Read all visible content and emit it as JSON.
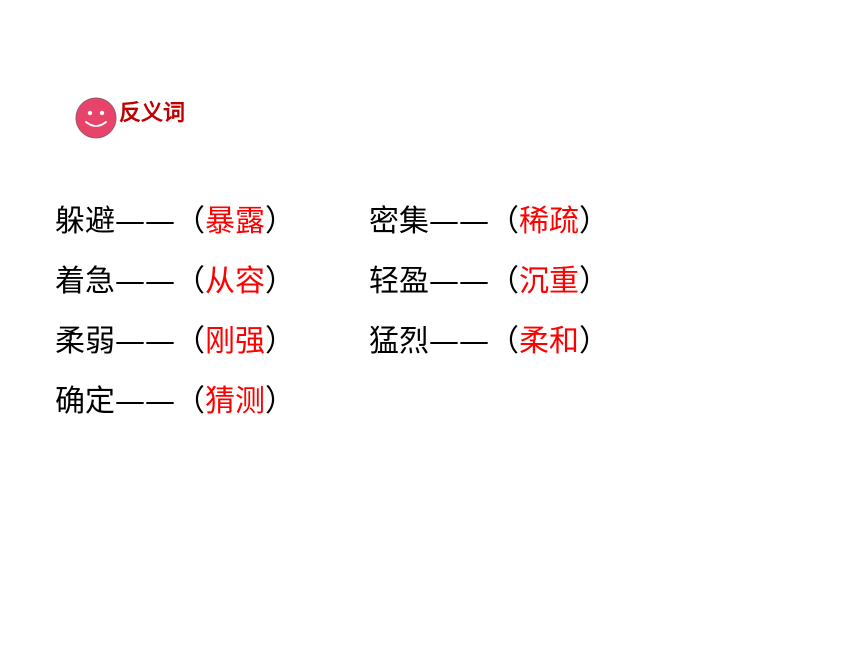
{
  "heading": {
    "title": "反义词",
    "icon": "smiley-face-icon",
    "icon_color": "#e8436a",
    "title_color": "#c00000"
  },
  "separator": "——",
  "open_paren": "（",
  "close_paren": "）",
  "answer_color": "#ff0000",
  "pairs": [
    {
      "word": "躲避",
      "answer": "暴露"
    },
    {
      "word": "密集",
      "answer": "稀疏"
    },
    {
      "word": "着急",
      "answer": "从容"
    },
    {
      "word": "轻盈",
      "answer": "沉重"
    },
    {
      "word": "柔弱",
      "answer": "刚强"
    },
    {
      "word": "猛烈",
      "answer": "柔和"
    },
    {
      "word": "确定",
      "answer": "猜测"
    }
  ]
}
